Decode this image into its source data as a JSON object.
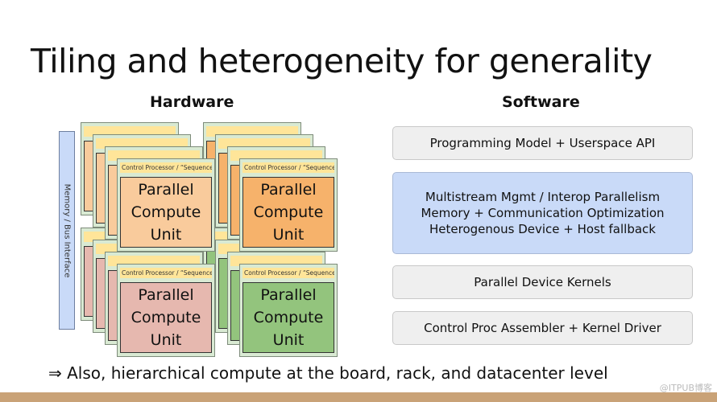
{
  "title": "Tiling and heterogeneity for generality",
  "hardware": {
    "heading": "Hardware",
    "memory_bus_label": "Memory / Bus Interface",
    "control_processor_label": "Control Processor / “Sequencer”",
    "compute_unit_label": "Parallel Compute Unit",
    "stacks": [
      {
        "position": "top-left",
        "color": "#f9cb9c"
      },
      {
        "position": "top-right",
        "color": "#f6b26b"
      },
      {
        "position": "bottom-left",
        "color": "#e6b8af"
      },
      {
        "position": "bottom-right",
        "color": "#93c47d"
      }
    ]
  },
  "software": {
    "heading": "Software",
    "layers": [
      {
        "lines": [
          "Programming Model + Userspace API"
        ]
      },
      {
        "lines": [
          "Multistream Mgmt / Interop Parallelism",
          "Memory + Communication Optimization",
          "Heterogenous Device + Host fallback"
        ]
      },
      {
        "lines": [
          "Parallel Device Kernels"
        ]
      },
      {
        "lines": [
          "Control Proc Assembler + Kernel Driver"
        ]
      }
    ]
  },
  "note": "⇒ Also, hierarchical compute at the board, rack, and datacenter level",
  "watermark": "@ITPUB博客"
}
